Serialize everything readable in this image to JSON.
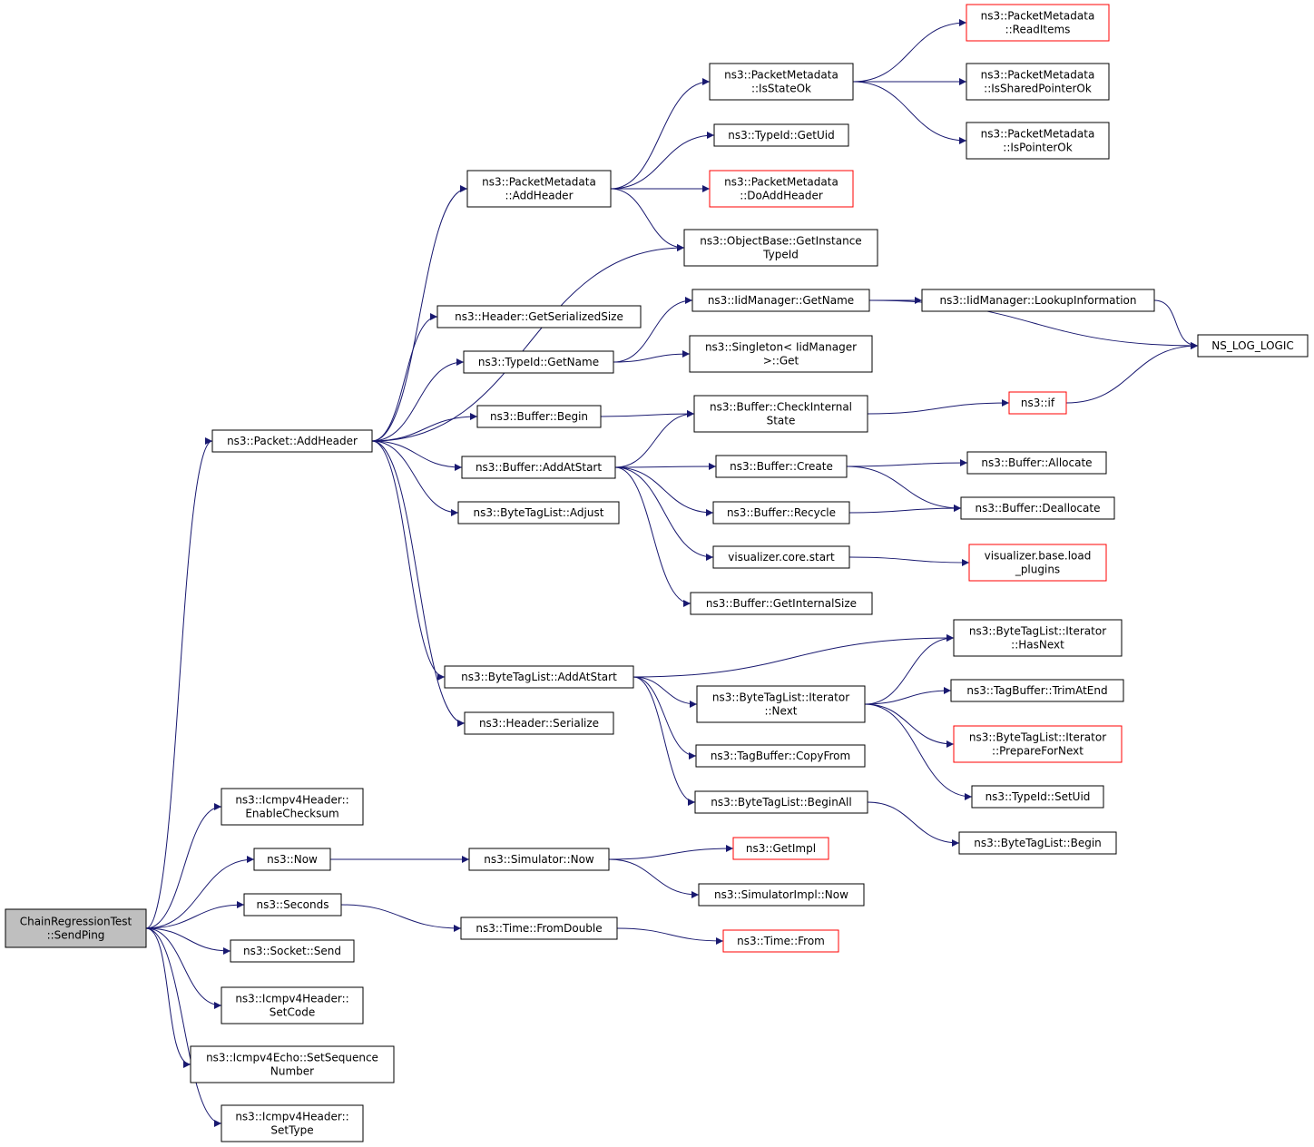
{
  "colors": {
    "edge": "#191970",
    "root_fill": "#bfbfbf",
    "truncated_border": "#ff0000",
    "node_border": "#000000"
  },
  "nodes": [
    {
      "id": "root",
      "lines": [
        "ChainRegressionTest",
        "::SendPing"
      ],
      "root": true
    },
    {
      "id": "pkt_addheader",
      "lines": [
        "ns3::Packet::AddHeader"
      ]
    },
    {
      "id": "icmp_enablechecksum",
      "lines": [
        "ns3::Icmpv4Header::",
        "EnableChecksum"
      ]
    },
    {
      "id": "now",
      "lines": [
        "ns3::Now"
      ]
    },
    {
      "id": "seconds",
      "lines": [
        "ns3::Seconds"
      ]
    },
    {
      "id": "socket_send",
      "lines": [
        "ns3::Socket::Send"
      ]
    },
    {
      "id": "icmp_setcode",
      "lines": [
        "ns3::Icmpv4Header::",
        "SetCode"
      ]
    },
    {
      "id": "echo_setseq",
      "lines": [
        "ns3::Icmpv4Echo::SetSequence",
        "Number"
      ]
    },
    {
      "id": "icmp_settype",
      "lines": [
        "ns3::Icmpv4Header::",
        "SetType"
      ]
    },
    {
      "id": "pm_addheader",
      "lines": [
        "ns3::PacketMetadata",
        "::AddHeader"
      ]
    },
    {
      "id": "hdr_getsersize",
      "lines": [
        "ns3::Header::GetSerializedSize"
      ]
    },
    {
      "id": "typeid_getname",
      "lines": [
        "ns3::TypeId::GetName"
      ]
    },
    {
      "id": "buffer_begin",
      "lines": [
        "ns3::Buffer::Begin"
      ]
    },
    {
      "id": "buffer_addatstart",
      "lines": [
        "ns3::Buffer::AddAtStart"
      ]
    },
    {
      "id": "btl_adjust",
      "lines": [
        "ns3::ByteTagList::Adjust"
      ]
    },
    {
      "id": "btl_addatstart",
      "lines": [
        "ns3::ByteTagList::AddAtStart"
      ]
    },
    {
      "id": "hdr_serialize",
      "lines": [
        "ns3::Header::Serialize"
      ]
    },
    {
      "id": "pm_isstateok",
      "lines": [
        "ns3::PacketMetadata",
        "::IsStateOk"
      ]
    },
    {
      "id": "typeid_getuid",
      "lines": [
        "ns3::TypeId::GetUid"
      ]
    },
    {
      "id": "pm_doaddheader",
      "lines": [
        "ns3::PacketMetadata",
        "::DoAddHeader"
      ],
      "red": true
    },
    {
      "id": "ob_getinstancetypeid",
      "lines": [
        "ns3::ObjectBase::GetInstance",
        "TypeId"
      ]
    },
    {
      "id": "iid_getname",
      "lines": [
        "ns3::IidManager::GetName"
      ]
    },
    {
      "id": "singleton_get",
      "lines": [
        "ns3::Singleton< IidManager",
        ">::Get"
      ]
    },
    {
      "id": "buffer_checkinternal",
      "lines": [
        "ns3::Buffer::CheckInternal",
        "State"
      ]
    },
    {
      "id": "buffer_create",
      "lines": [
        "ns3::Buffer::Create"
      ]
    },
    {
      "id": "buffer_recycle",
      "lines": [
        "ns3::Buffer::Recycle"
      ]
    },
    {
      "id": "vis_core_start",
      "lines": [
        "visualizer.core.start"
      ]
    },
    {
      "id": "buffer_getinternalsize",
      "lines": [
        "ns3::Buffer::GetInternalSize"
      ]
    },
    {
      "id": "btl_iter_next",
      "lines": [
        "ns3::ByteTagList::Iterator",
        "::Next"
      ]
    },
    {
      "id": "tagbuf_copyfrom",
      "lines": [
        "ns3::TagBuffer::CopyFrom"
      ]
    },
    {
      "id": "btl_beginall",
      "lines": [
        "ns3::ByteTagList::BeginAll"
      ]
    },
    {
      "id": "pm_readitems",
      "lines": [
        "ns3::PacketMetadata",
        "::ReadItems"
      ],
      "red": true
    },
    {
      "id": "pm_issharedptrok",
      "lines": [
        "ns3::PacketMetadata",
        "::IsSharedPointerOk"
      ]
    },
    {
      "id": "pm_isptrok",
      "lines": [
        "ns3::PacketMetadata",
        "::IsPointerOk"
      ]
    },
    {
      "id": "iid_lookupinfo",
      "lines": [
        "ns3::IidManager::LookupInformation"
      ]
    },
    {
      "id": "ns_log_logic",
      "lines": [
        "NS_LOG_LOGIC"
      ]
    },
    {
      "id": "ns3_if",
      "lines": [
        "ns3::if"
      ],
      "red": true
    },
    {
      "id": "buffer_allocate",
      "lines": [
        "ns3::Buffer::Allocate"
      ]
    },
    {
      "id": "buffer_deallocate",
      "lines": [
        "ns3::Buffer::Deallocate"
      ]
    },
    {
      "id": "vis_base_loadplugins",
      "lines": [
        "visualizer.base.load",
        "_plugins"
      ],
      "red": true
    },
    {
      "id": "btl_iter_hasnext",
      "lines": [
        "ns3::ByteTagList::Iterator",
        "::HasNext"
      ]
    },
    {
      "id": "tagbuf_trimatend",
      "lines": [
        "ns3::TagBuffer::TrimAtEnd"
      ]
    },
    {
      "id": "btl_iter_preparefornext",
      "lines": [
        "ns3::ByteTagList::Iterator",
        "::PrepareForNext"
      ],
      "red": true
    },
    {
      "id": "typeid_setuid",
      "lines": [
        "ns3::TypeId::SetUid"
      ]
    },
    {
      "id": "btl_begin",
      "lines": [
        "ns3::ByteTagList::Begin"
      ]
    },
    {
      "id": "sim_now",
      "lines": [
        "ns3::Simulator::Now"
      ]
    },
    {
      "id": "getimpl",
      "lines": [
        "ns3::GetImpl"
      ],
      "red": true
    },
    {
      "id": "simimpl_now",
      "lines": [
        "ns3::SimulatorImpl::Now"
      ]
    },
    {
      "id": "time_fromdouble",
      "lines": [
        "ns3::Time::FromDouble"
      ]
    },
    {
      "id": "time_from",
      "lines": [
        "ns3::Time::From"
      ],
      "red": true
    }
  ],
  "edges": [
    [
      "root",
      "pkt_addheader"
    ],
    [
      "root",
      "icmp_enablechecksum"
    ],
    [
      "root",
      "now"
    ],
    [
      "root",
      "seconds"
    ],
    [
      "root",
      "socket_send"
    ],
    [
      "root",
      "icmp_setcode"
    ],
    [
      "root",
      "echo_setseq"
    ],
    [
      "root",
      "icmp_settype"
    ],
    [
      "pkt_addheader",
      "pm_addheader"
    ],
    [
      "pkt_addheader",
      "ob_getinstancetypeid"
    ],
    [
      "pkt_addheader",
      "hdr_getsersize"
    ],
    [
      "pkt_addheader",
      "typeid_getname"
    ],
    [
      "pkt_addheader",
      "buffer_begin"
    ],
    [
      "pkt_addheader",
      "buffer_addatstart"
    ],
    [
      "pkt_addheader",
      "btl_adjust"
    ],
    [
      "pkt_addheader",
      "btl_addatstart"
    ],
    [
      "pkt_addheader",
      "hdr_serialize"
    ],
    [
      "pm_addheader",
      "pm_isstateok"
    ],
    [
      "pm_addheader",
      "typeid_getuid"
    ],
    [
      "pm_addheader",
      "pm_doaddheader"
    ],
    [
      "pm_addheader",
      "ob_getinstancetypeid"
    ],
    [
      "pm_isstateok",
      "pm_readitems"
    ],
    [
      "pm_isstateok",
      "pm_issharedptrok"
    ],
    [
      "pm_isstateok",
      "pm_isptrok"
    ],
    [
      "typeid_getname",
      "iid_getname"
    ],
    [
      "typeid_getname",
      "singleton_get"
    ],
    [
      "iid_getname",
      "iid_lookupinfo"
    ],
    [
      "iid_getname",
      "ns_log_logic"
    ],
    [
      "iid_lookupinfo",
      "ns_log_logic"
    ],
    [
      "buffer_begin",
      "buffer_checkinternal"
    ],
    [
      "buffer_checkinternal",
      "ns3_if"
    ],
    [
      "ns3_if",
      "ns_log_logic"
    ],
    [
      "buffer_addatstart",
      "buffer_checkinternal"
    ],
    [
      "buffer_addatstart",
      "buffer_create"
    ],
    [
      "buffer_addatstart",
      "buffer_recycle"
    ],
    [
      "buffer_addatstart",
      "vis_core_start"
    ],
    [
      "buffer_addatstart",
      "buffer_getinternalsize"
    ],
    [
      "buffer_create",
      "buffer_allocate"
    ],
    [
      "buffer_create",
      "buffer_deallocate"
    ],
    [
      "buffer_recycle",
      "buffer_deallocate"
    ],
    [
      "vis_core_start",
      "vis_base_loadplugins"
    ],
    [
      "btl_addatstart",
      "btl_iter_hasnext"
    ],
    [
      "btl_addatstart",
      "btl_iter_next"
    ],
    [
      "btl_addatstart",
      "tagbuf_copyfrom"
    ],
    [
      "btl_addatstart",
      "btl_beginall"
    ],
    [
      "btl_iter_next",
      "btl_iter_hasnext"
    ],
    [
      "btl_iter_next",
      "tagbuf_trimatend"
    ],
    [
      "btl_iter_next",
      "btl_iter_preparefornext"
    ],
    [
      "btl_iter_next",
      "typeid_setuid"
    ],
    [
      "btl_beginall",
      "btl_begin"
    ],
    [
      "now",
      "sim_now"
    ],
    [
      "sim_now",
      "getimpl"
    ],
    [
      "sim_now",
      "simimpl_now"
    ],
    [
      "seconds",
      "time_fromdouble"
    ],
    [
      "time_fromdouble",
      "time_from"
    ]
  ]
}
